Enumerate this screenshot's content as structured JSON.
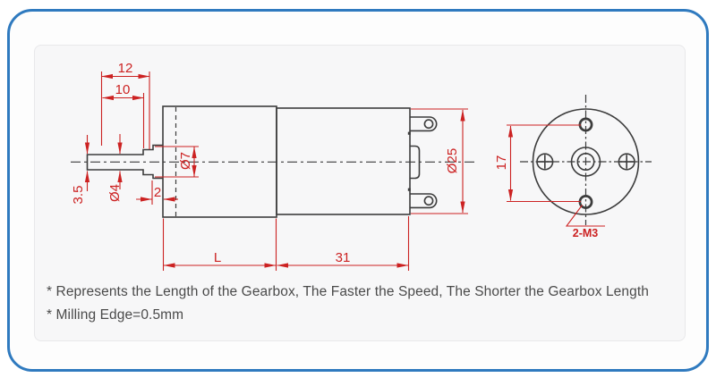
{
  "notes": {
    "line1": "* Represents the Length of the Gearbox, The Faster the Speed, The Shorter the Gearbox Length",
    "line2": "* Milling Edge=0.5mm"
  },
  "drawing": {
    "side_view": {
      "dim_shaft_overall": "12",
      "dim_shaft_flat_length": "10",
      "dim_shaft_flat_height": "3.5",
      "dim_shaft_diameter": "Ø4",
      "dim_boss_diameter": "Ø7",
      "dim_boss_length": "2",
      "dim_body_diameter": "Ø25",
      "dim_gearbox_length": "L",
      "dim_motor_length": "31"
    },
    "front_view": {
      "dim_hole_spacing": "17",
      "label_mounting_holes": "2-M3"
    }
  },
  "colors": {
    "frame_accent": "#2f7abf",
    "dimension_red": "#cc2222",
    "outline_dark": "#3c3c3c",
    "panel_background": "#f7f7f8"
  }
}
